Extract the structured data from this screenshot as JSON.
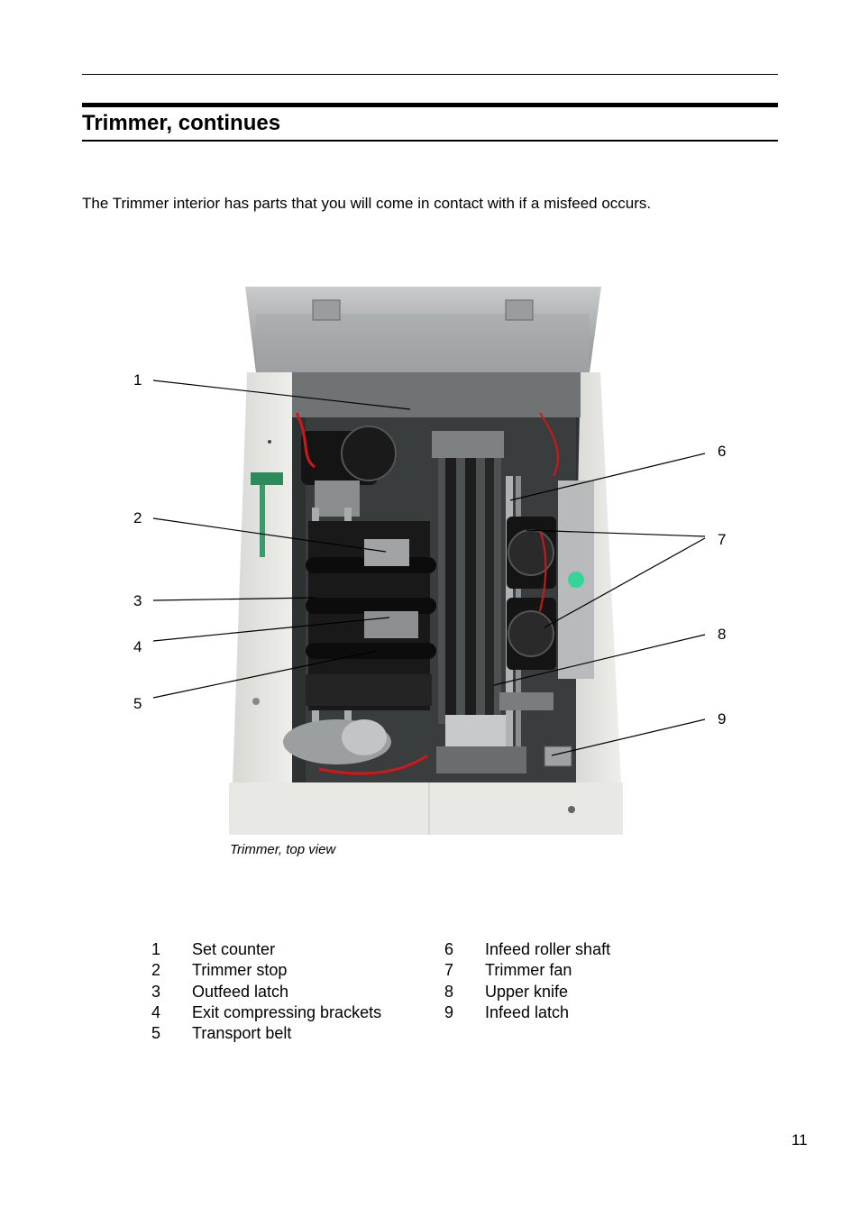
{
  "page": {
    "title": "Trimmer, continues",
    "intro": "The Trimmer interior has parts that you will come in contact with if a misfeed occurs.",
    "caption": "Trimmer, top view",
    "page_number": "11"
  },
  "callouts": [
    "1",
    "2",
    "3",
    "4",
    "5",
    "6",
    "7",
    "8",
    "9"
  ],
  "legend": {
    "left": [
      {
        "num": "1",
        "label": "Set counter"
      },
      {
        "num": "2",
        "label": "Trimmer stop"
      },
      {
        "num": "3",
        "label": "Outfeed latch"
      },
      {
        "num": "4",
        "label": "Exit compressing brackets"
      },
      {
        "num": "5",
        "label": "Transport belt"
      }
    ],
    "right": [
      {
        "num": "6",
        "label": "Infeed roller shaft"
      },
      {
        "num": "7",
        "label": "Trimmer fan"
      },
      {
        "num": "8",
        "label": "Upper knife"
      },
      {
        "num": "9",
        "label": "Infeed latch"
      }
    ]
  }
}
